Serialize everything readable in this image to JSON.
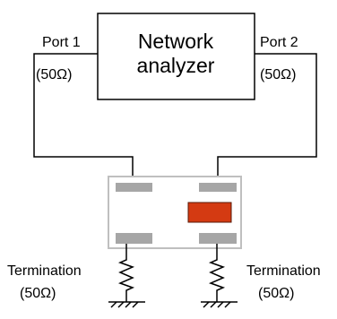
{
  "analyzer": {
    "line1": "Network",
    "line2": "analyzer"
  },
  "port1": {
    "label": "Port 1",
    "impedance": "(50Ω)"
  },
  "port2": {
    "label": "Port 2",
    "impedance": "(50Ω)"
  },
  "termination_left": {
    "label": "Termination",
    "impedance": "(50Ω)"
  },
  "termination_right": {
    "label": "Termination",
    "impedance": "(50Ω)"
  },
  "colors": {
    "line": "#000000",
    "pad": "#a6a6a6",
    "chip": "#d43a12",
    "board_border": "#bfbfbf",
    "board_fill": "#ffffff"
  }
}
